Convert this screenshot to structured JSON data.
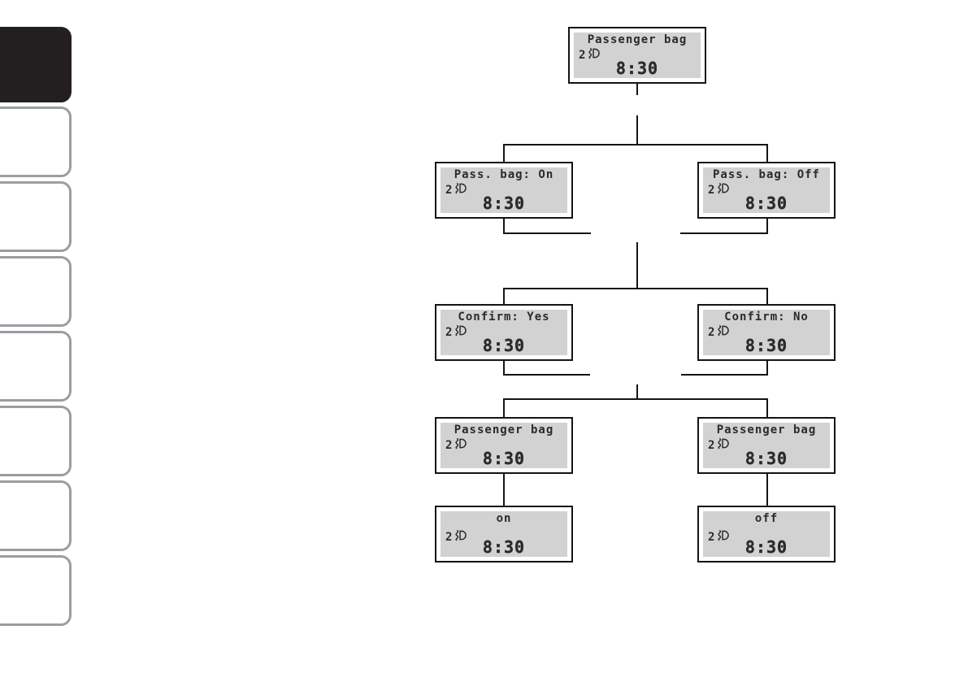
{
  "page": {
    "background_color": "#ffffff",
    "line_color": "#141414"
  },
  "sidebar": {
    "active_tab_color": "#231f20",
    "inactive_tab_border_color": "#9b9da1",
    "tabs": [
      {
        "id": "chapter-tab-1",
        "active": true
      },
      {
        "id": "chapter-tab-2",
        "active": false
      },
      {
        "id": "chapter-tab-3",
        "active": false
      },
      {
        "id": "chapter-tab-4",
        "active": false
      },
      {
        "id": "chapter-tab-5",
        "active": false
      },
      {
        "id": "chapter-tab-6",
        "active": false
      },
      {
        "id": "chapter-tab-7",
        "active": false
      },
      {
        "id": "chapter-tab-8",
        "active": false
      }
    ]
  },
  "flowchart": {
    "lcd_background_color": "#d2d2d2",
    "lcd_border_color": "#141414",
    "lcd_text_color": "#2b2b2b",
    "icon_name": "headlamp-icon",
    "screens": [
      {
        "id": "passenger-bag-menu",
        "title": "Passenger bag",
        "indicator": "2",
        "time": "8:30"
      },
      {
        "id": "pass-bag-on",
        "title": "Pass. bag: On",
        "indicator": "2",
        "time": "8:30"
      },
      {
        "id": "pass-bag-off",
        "title": "Pass. bag: Off",
        "indicator": "2",
        "time": "8:30"
      },
      {
        "id": "confirm-yes",
        "title": "Confirm: Yes",
        "indicator": "2",
        "time": "8:30"
      },
      {
        "id": "confirm-no",
        "title": "Confirm: No",
        "indicator": "2",
        "time": "8:30"
      },
      {
        "id": "passenger-bag-after-yes-left",
        "title": "Passenger bag",
        "indicator": "2",
        "time": "8:30"
      },
      {
        "id": "passenger-bag-after-yes-right",
        "title": "Passenger bag",
        "indicator": "2",
        "time": "8:30"
      },
      {
        "id": "status-on",
        "title": "on",
        "indicator": "2",
        "time": "8:30"
      },
      {
        "id": "status-off",
        "title": "off",
        "indicator": "2",
        "time": "8:30"
      }
    ]
  }
}
